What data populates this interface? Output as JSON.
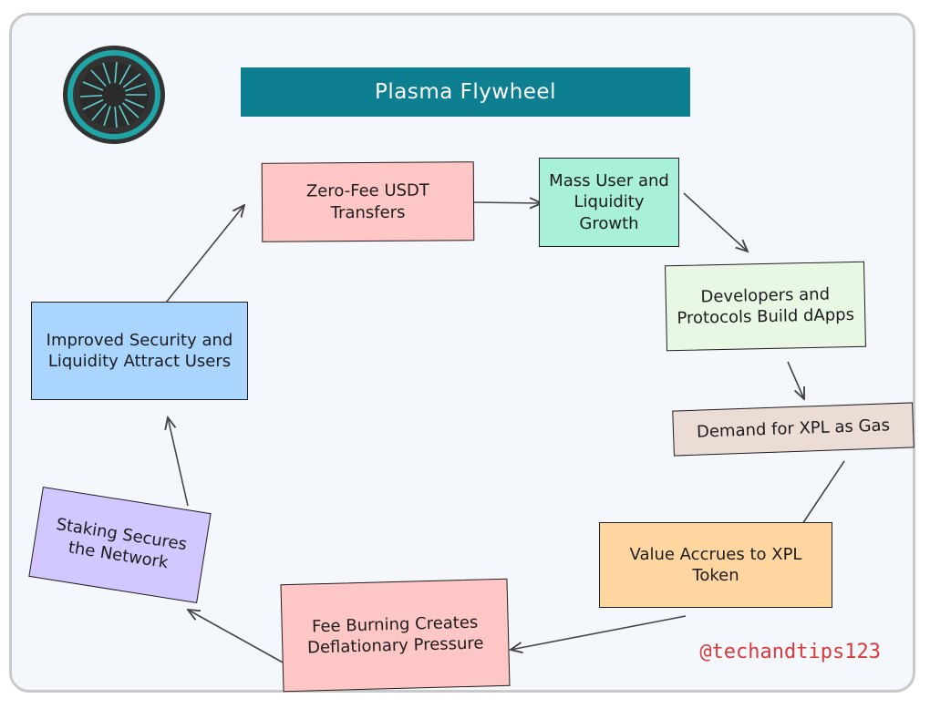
{
  "title": "Plasma Flywheel",
  "watermark_handle": "@techandtips123",
  "colors": {
    "title_bg": "#0e7f90",
    "zero_fee": "#ffc6c6",
    "mass_user": "#a8f0d8",
    "developers": "#e9f8e5",
    "demand": "#ecdcd6",
    "value": "#ffd6a0",
    "fee_burning": "#ffc6c6",
    "staking": "#d3c7ff",
    "security": "#a9d5ff",
    "handle": "#d63a3a"
  },
  "nodes": {
    "zero_fee": "Zero-Fee USDT Transfers",
    "mass_user": "Mass User and Liquidity Growth",
    "developers": "Developers and Protocols Build dApps",
    "demand": "Demand for XPL as Gas",
    "value": "Value Accrues to XPL Token",
    "fee_burning": "Fee Burning Creates Deflationary Pressure",
    "staking": "Staking Secures the Network",
    "security": "Improved Security and Liquidity Attract Users"
  }
}
